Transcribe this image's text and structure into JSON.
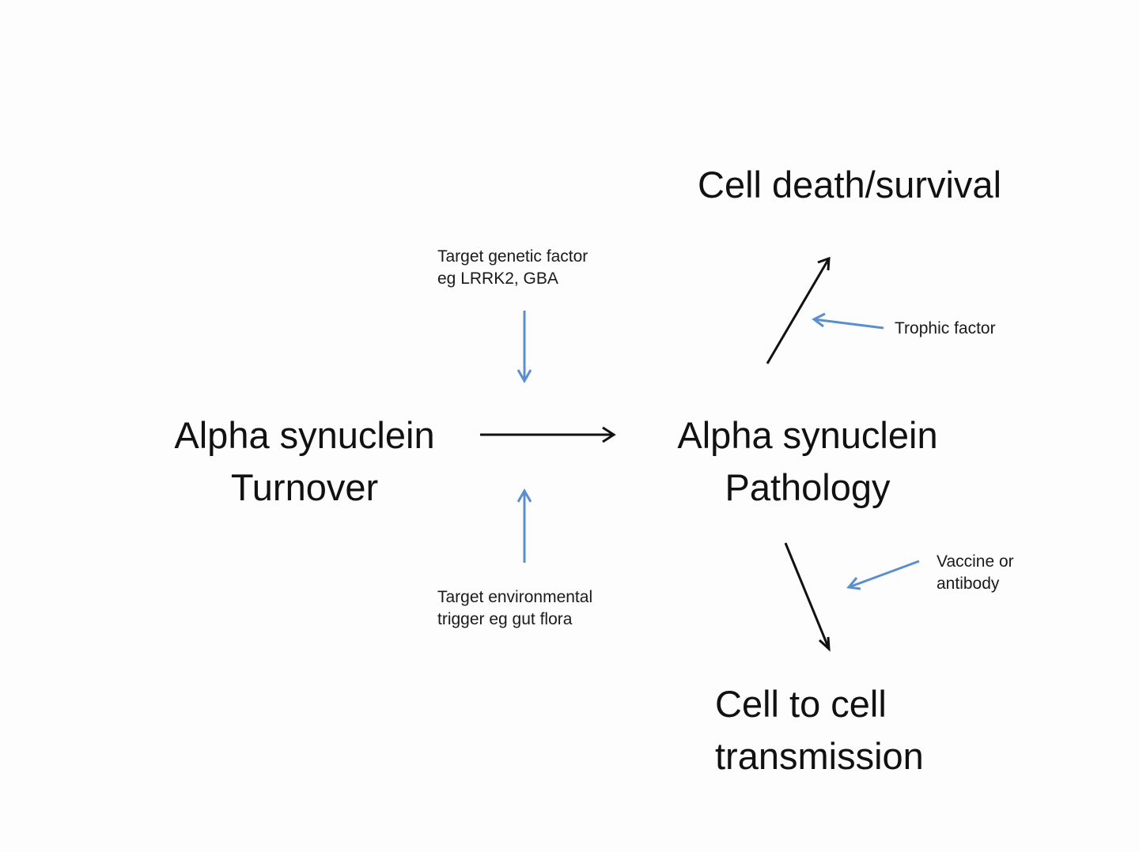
{
  "nodes": {
    "turnover": {
      "line1": "Alpha synuclein",
      "line2": "Turnover"
    },
    "pathology": {
      "line1": "Alpha synuclein",
      "line2": "Pathology"
    },
    "death": {
      "line1": "Cell death/survival"
    },
    "transmission": {
      "line1": "Cell to cell",
      "line2": "transmission"
    }
  },
  "interventions": {
    "genetic": {
      "line1": "Target genetic factor",
      "line2": "eg LRRK2, GBA"
    },
    "environmental": {
      "line1": "Target environmental",
      "line2": "trigger eg gut flora"
    },
    "trophic": {
      "line1": "Trophic factor"
    },
    "vaccine": {
      "line1": "Vaccine or",
      "line2": "antibody"
    }
  },
  "colors": {
    "main_arrow": "#111111",
    "intervention_arrow": "#5b8fcc",
    "text": "#111111",
    "background": "#fdfdfd"
  }
}
